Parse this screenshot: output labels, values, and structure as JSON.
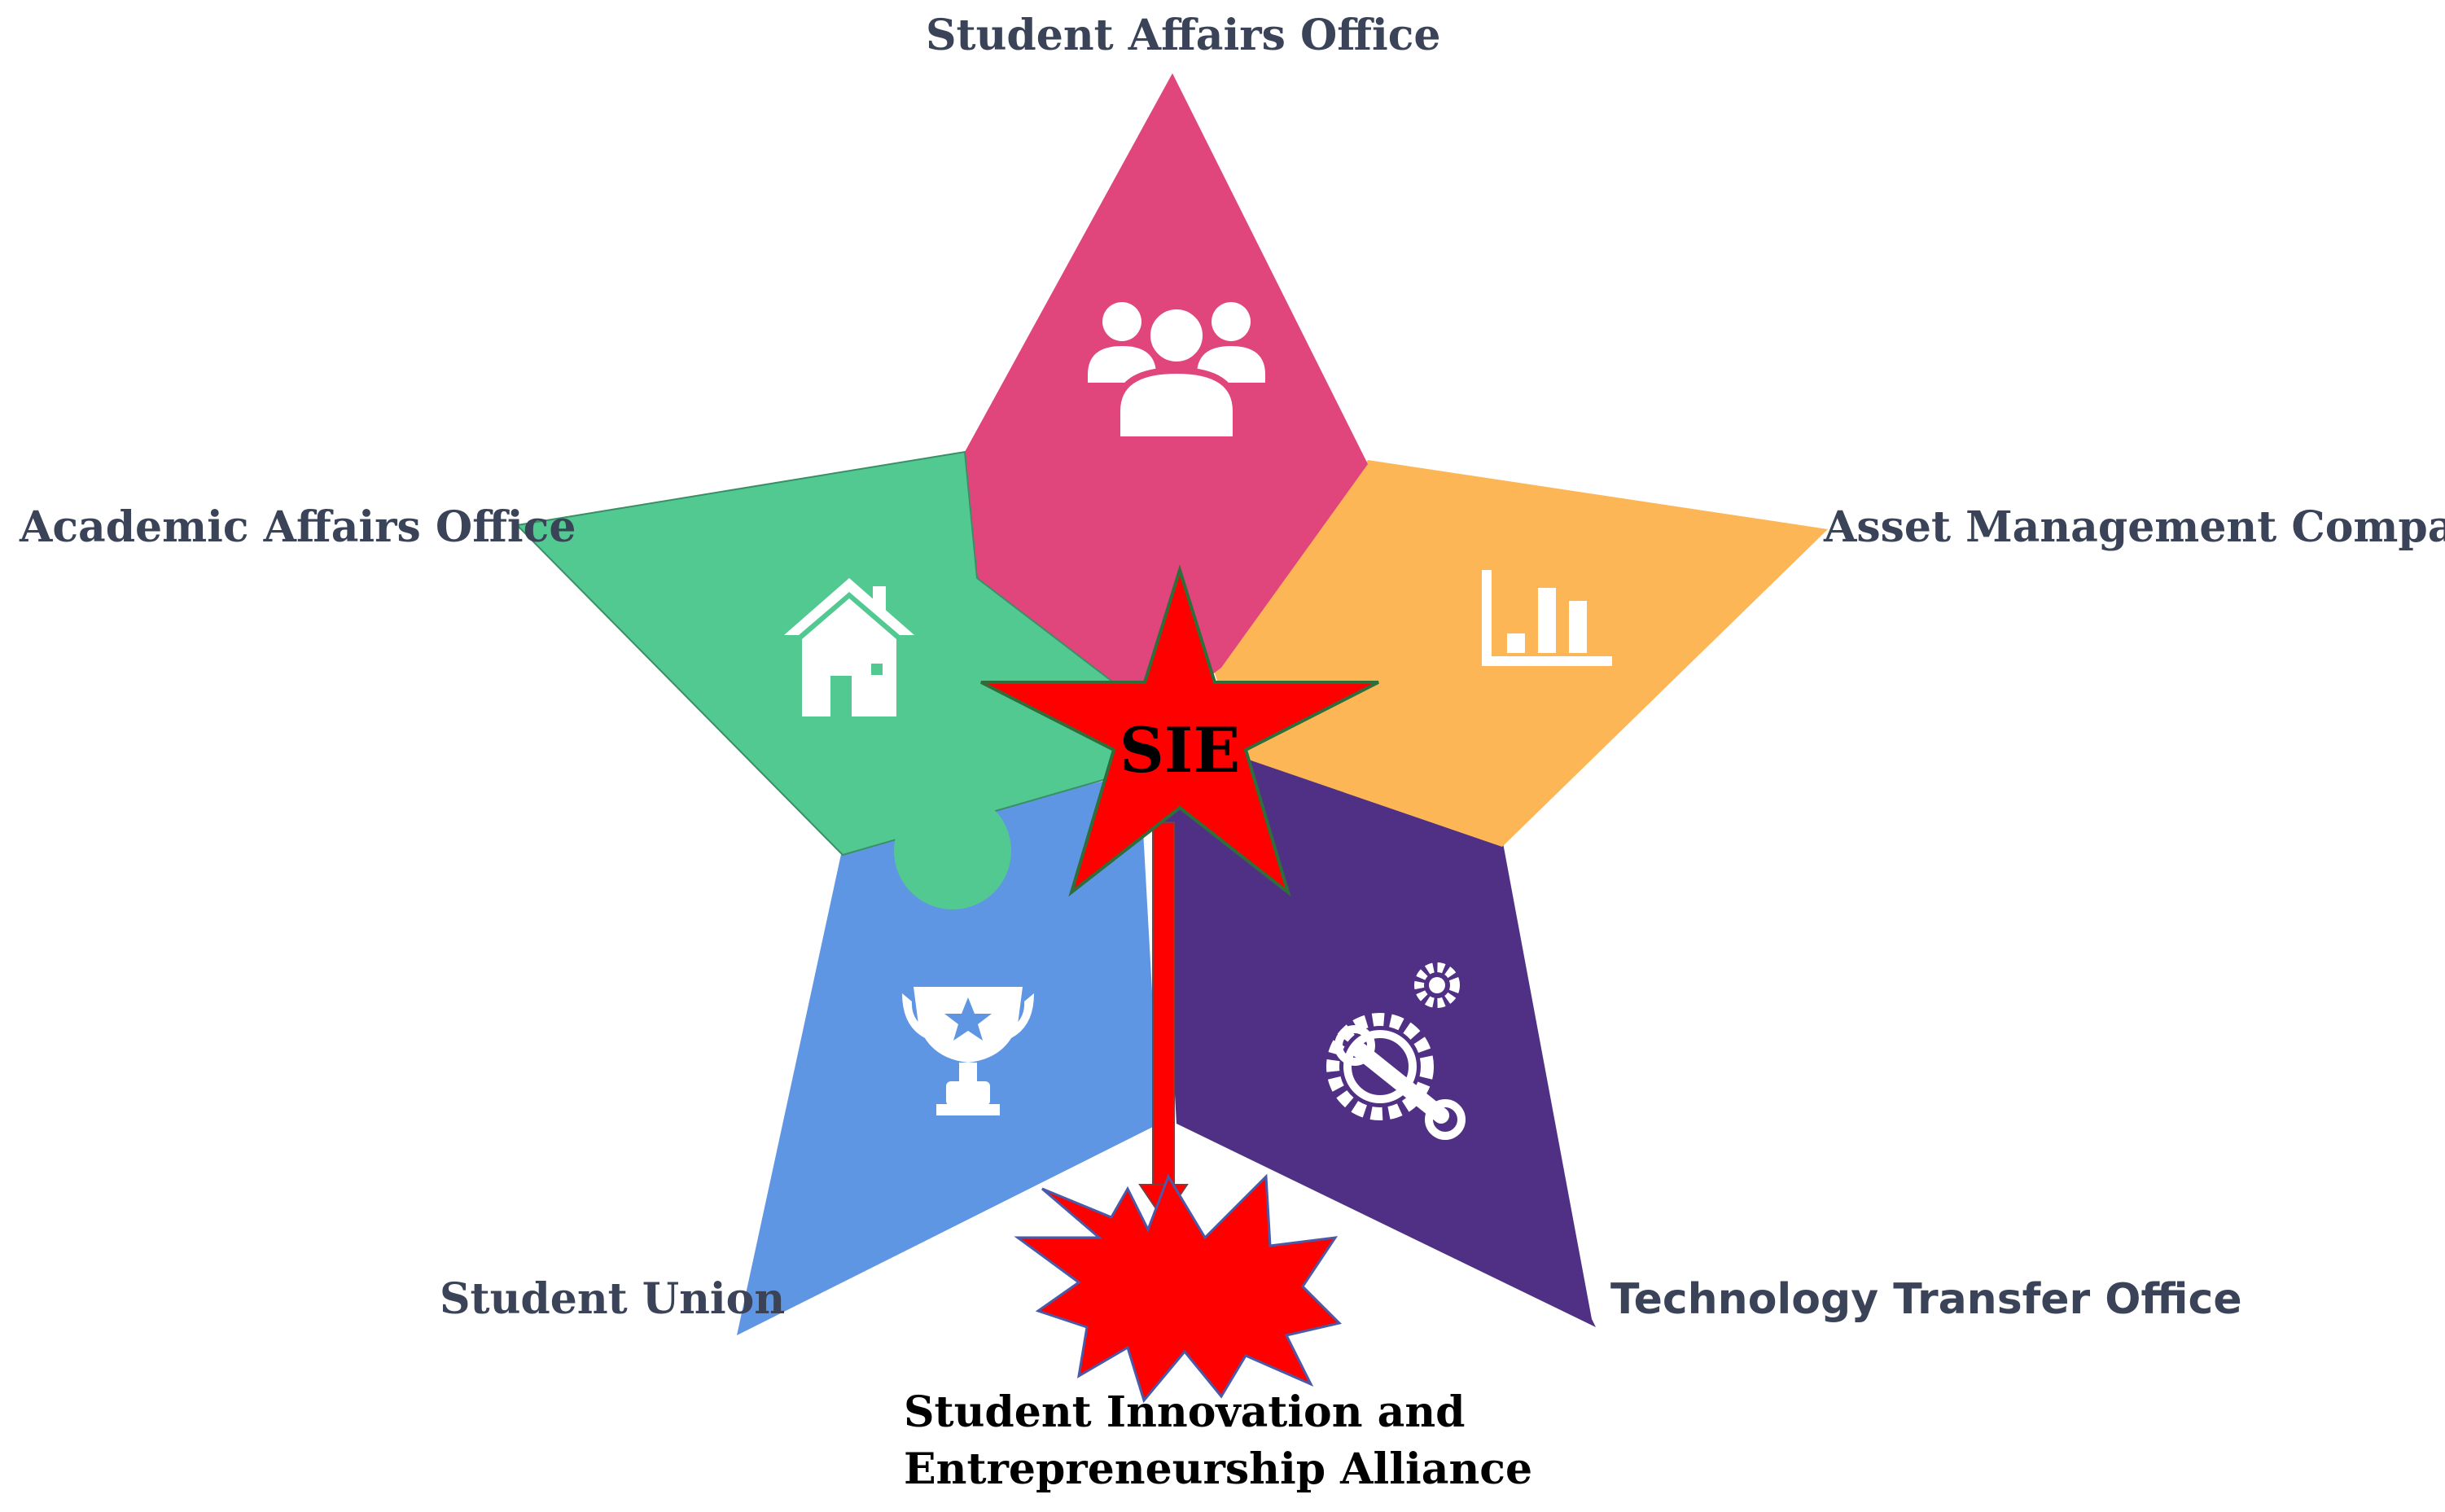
{
  "center": {
    "label": "SIE"
  },
  "pieces": [
    {
      "id": "student-affairs",
      "label": "Student Affairs Office",
      "icon": "people-group-icon",
      "color": "#e0457b"
    },
    {
      "id": "asset-management",
      "label": "Asset Management Company",
      "icon": "bar-chart-icon",
      "color": "#fcb655"
    },
    {
      "id": "technology-transfer",
      "label": "Technology Transfer Office",
      "icon": "gears-wrench-icon",
      "color": "#4f3085"
    },
    {
      "id": "student-union",
      "label": "Student Union",
      "icon": "trophy-icon",
      "color": "#5f96e4"
    },
    {
      "id": "academic-affairs",
      "label": "Academic Affairs Office",
      "icon": "house-icon",
      "color": "#53c992"
    }
  ],
  "output": {
    "line1": "Student Innovation and",
    "line2": "Entrepreneurship Alliance",
    "color": "#ff0000"
  }
}
